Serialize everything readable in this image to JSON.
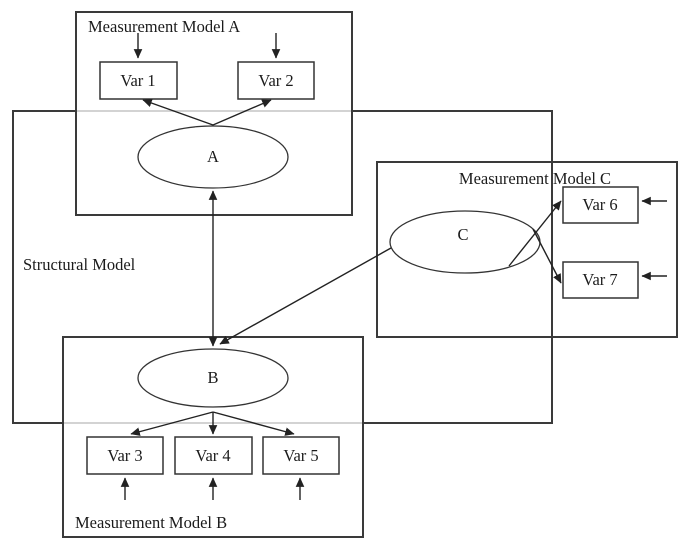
{
  "colors": {
    "background": "#ffffff",
    "line": "#222222",
    "box_border": "#3a3a3a",
    "text": "#1b1b1b"
  },
  "structural_model": {
    "label": "Structural Model"
  },
  "measurement_model_a": {
    "label": "Measurement Model A",
    "vars": [
      "Var 1",
      "Var 2"
    ]
  },
  "measurement_model_b": {
    "label": "Measurement Model B",
    "vars": [
      "Var 3",
      "Var 4",
      "Var 5"
    ]
  },
  "measurement_model_c": {
    "label": "Measurement Model C",
    "vars": [
      "Var 6",
      "Var 7"
    ]
  },
  "latent_variables": {
    "a": "A",
    "b": "B",
    "c": "C"
  },
  "relationships": [
    {
      "from": "A",
      "to": "Var 1",
      "type": "loading-arrow"
    },
    {
      "from": "A",
      "to": "Var 2",
      "type": "loading-arrow"
    },
    {
      "from": "A",
      "to": "B",
      "type": "double-headed-arrow"
    },
    {
      "from": "C",
      "to": "B",
      "type": "path-arrow"
    },
    {
      "from": "C",
      "to": "Var 6",
      "type": "loading-arrow"
    },
    {
      "from": "C",
      "to": "Var 7",
      "type": "loading-arrow"
    },
    {
      "from": "B",
      "to": "Var 3",
      "type": "loading-arrow"
    },
    {
      "from": "B",
      "to": "Var 4",
      "type": "loading-arrow"
    },
    {
      "from": "B",
      "to": "Var 5",
      "type": "loading-arrow"
    },
    {
      "from": "error",
      "to": "Var 1",
      "type": "error-arrow"
    },
    {
      "from": "error",
      "to": "Var 2",
      "type": "error-arrow"
    },
    {
      "from": "error",
      "to": "Var 3",
      "type": "error-arrow"
    },
    {
      "from": "error",
      "to": "Var 4",
      "type": "error-arrow"
    },
    {
      "from": "error",
      "to": "Var 5",
      "type": "error-arrow"
    },
    {
      "from": "error",
      "to": "Var 6",
      "type": "error-arrow"
    },
    {
      "from": "error",
      "to": "Var 7",
      "type": "error-arrow"
    }
  ]
}
